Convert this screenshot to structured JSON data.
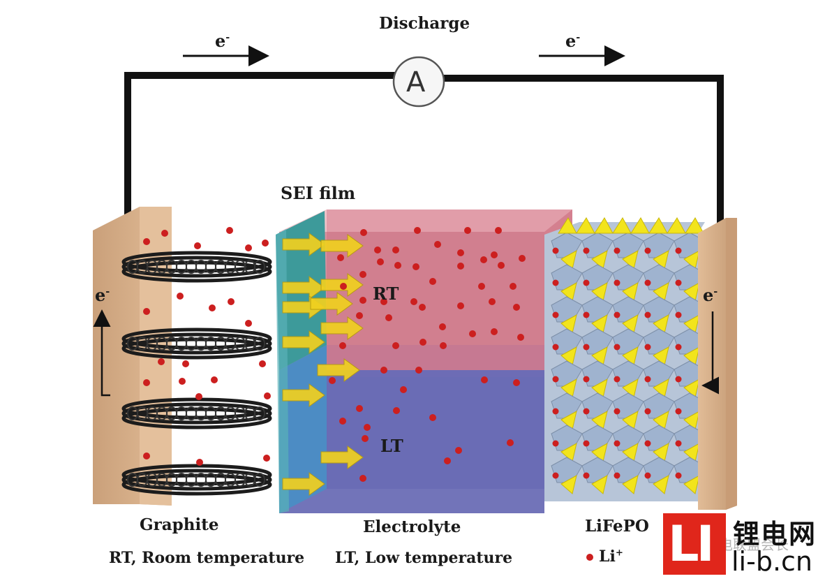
{
  "diagram": {
    "title": "Discharge",
    "ammeter_symbol": "A",
    "electron_symbol": "e",
    "electron_charge": "-",
    "sei_label": "SEI film",
    "rt_label": "RT",
    "lt_label": "LT",
    "graphite_label": "Graphite",
    "electrolyte_label": "Electrolyte",
    "cathode_label": "LiFePO",
    "legend_rt": "RT, Room temperature",
    "legend_lt": "LT, Low temperature",
    "legend_li": "Li",
    "legend_li_charge": "+"
  },
  "logo": {
    "mark": "LI",
    "name_cn": "锂电网",
    "url": "li-b.cn",
    "watermark": "锂电联盟会长"
  },
  "colors": {
    "wire": "#111111",
    "collector": "#d8b089",
    "rt_electrolyte": "#d4808f",
    "lt_electrolyte": "#6a67b0",
    "sei_rt": "#3d9a9a",
    "sei_lt": "#4c8cc4",
    "arrow": "#f0d020",
    "li_ion": "#cc1f1f",
    "graphite": "#1c1c1c",
    "octahedra": "#9fb3cf",
    "tetrahedra": "#f2e41c",
    "logo_red": "#e0261b"
  }
}
